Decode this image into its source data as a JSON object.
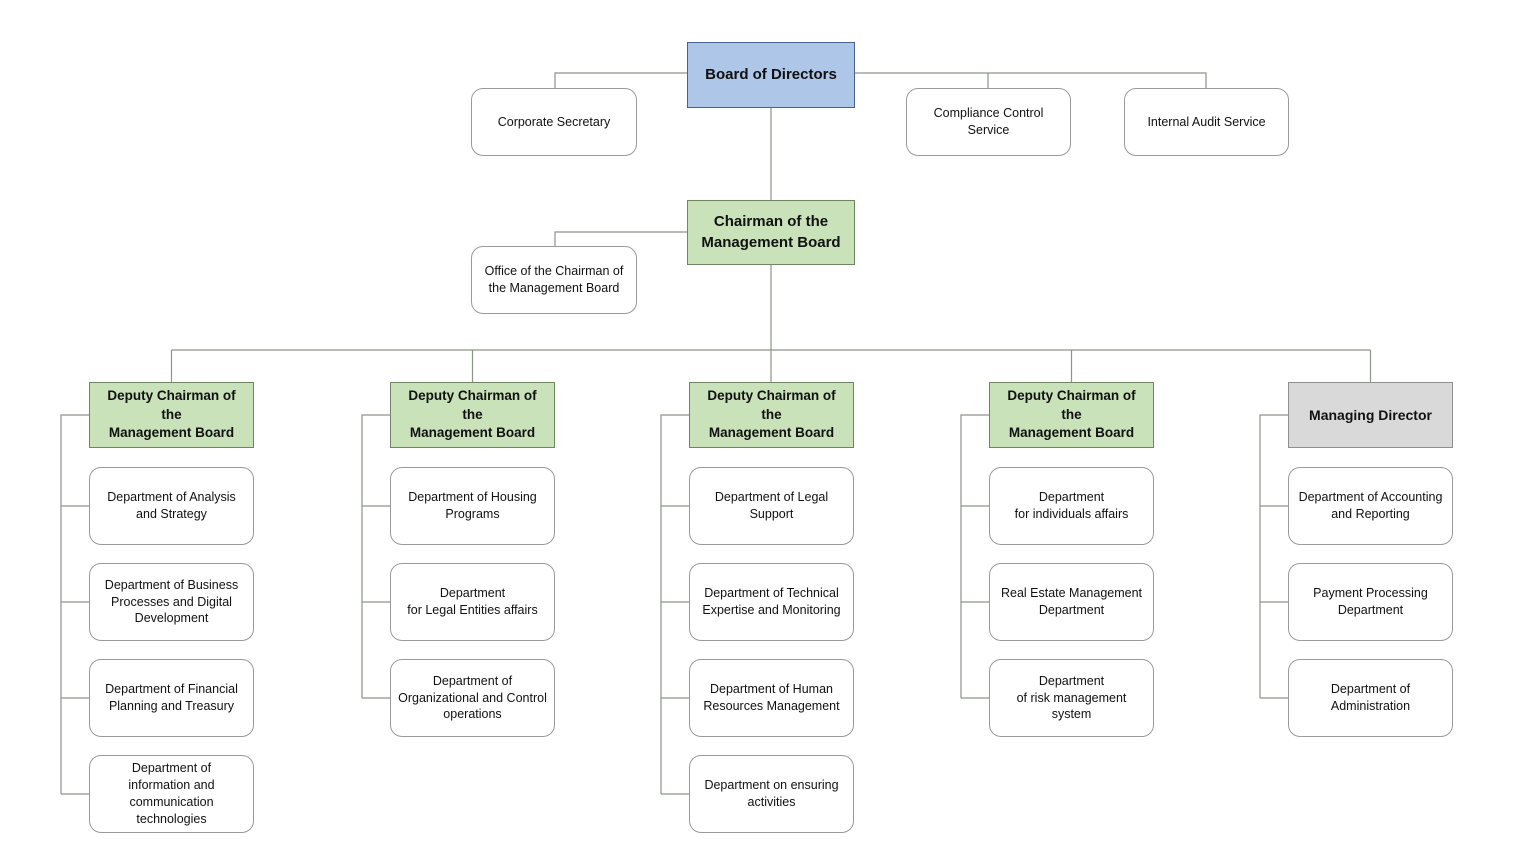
{
  "palette": {
    "blue_fill": "#aec6e8",
    "blue_border": "#46628c",
    "green_fill": "#c9e2ba",
    "green_border": "#6f8761",
    "gray_fill": "#d9d9d9",
    "gray_border": "#8f8f8f",
    "leaf_border": "#9a9a9a",
    "line": "#8c9488",
    "text": "#111111"
  },
  "top": {
    "board_of_directors": "Board of Directors",
    "corporate_secretary": "Corporate Secretary",
    "compliance_control_service": "Compliance Control\nService",
    "internal_audit_service": "Internal Audit Service",
    "chairman": "Chairman of the\nManagement Board",
    "office_of_chairman": "Office of the Chairman of\nthe Management Board"
  },
  "columns": [
    {
      "head": "Deputy Chairman of the\nManagement Board",
      "departments": [
        "Department of Analysis\nand Strategy",
        "Department of Business\nProcesses and Digital\nDevelopment",
        "Department of Financial\nPlanning and Treasury",
        "Department of\ninformation and\ncommunication\ntechnologies"
      ]
    },
    {
      "head": "Deputy Chairman of the\nManagement Board",
      "departments": [
        "Department of Housing\nPrograms",
        "Department\nfor Legal Entities affairs",
        "Department of\nOrganizational and Control\noperations"
      ]
    },
    {
      "head": "Deputy Chairman of the\nManagement Board",
      "departments": [
        "Department of Legal\nSupport",
        "Department of Technical\nExpertise and Monitoring",
        "Department of Human\nResources Management",
        "Department on ensuring\nactivities"
      ]
    },
    {
      "head": "Deputy Chairman of the\nManagement Board",
      "departments": [
        "Department\nfor individuals affairs",
        "Real Estate Management\nDepartment",
        "Department\nof risk management\nsystem"
      ]
    },
    {
      "head": "Managing Director",
      "departments": [
        "Department of Accounting\nand Reporting",
        "Payment Processing\nDepartment",
        "Department of\nAdministration"
      ]
    }
  ]
}
